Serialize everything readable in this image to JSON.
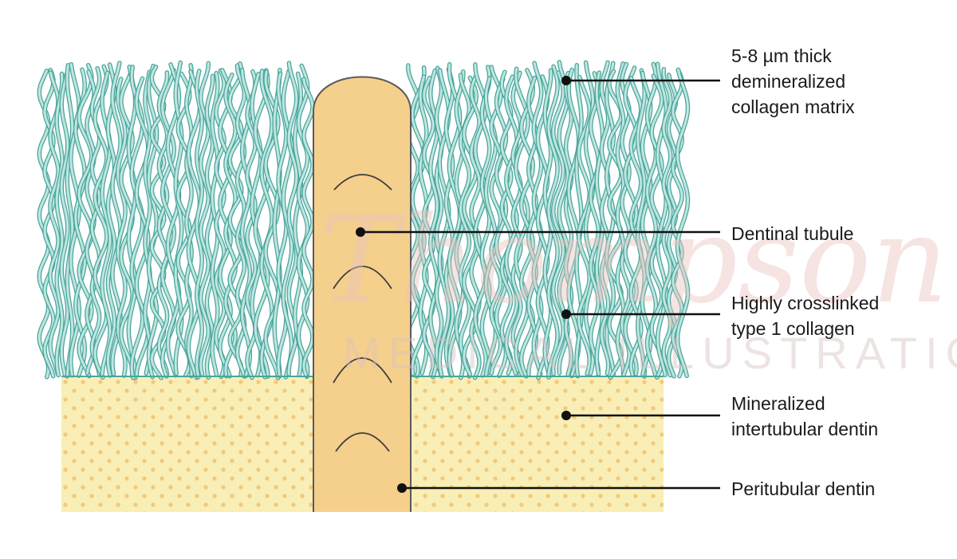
{
  "watermark": {
    "script": "Thompson",
    "sub": "MEDICAL ILLUSTRATION"
  },
  "labels": [
    {
      "id": "matrix",
      "lines": [
        "5-8 µm thick",
        "demineralized",
        "collagen matrix"
      ]
    },
    {
      "id": "tubule",
      "lines": [
        "Dentinal tubule"
      ]
    },
    {
      "id": "collagen",
      "lines": [
        "Highly crosslinked",
        "type 1 collagen"
      ]
    },
    {
      "id": "intertubular",
      "lines": [
        "Mineralized",
        "intertubular dentin"
      ]
    },
    {
      "id": "peritubular",
      "lines": [
        "Peritubular dentin"
      ]
    }
  ],
  "colors": {
    "collagen_fill": "#bfe6e0",
    "collagen_stroke": "#4aa59b",
    "dentin_fill": "#f8eeb6",
    "dentin_dots": "#f3c879",
    "tubule_fill": "#f5cf8c",
    "tubule_stroke": "#5a5a5a",
    "peritubular_fill": "#f39aa2",
    "leader": "#111111"
  }
}
